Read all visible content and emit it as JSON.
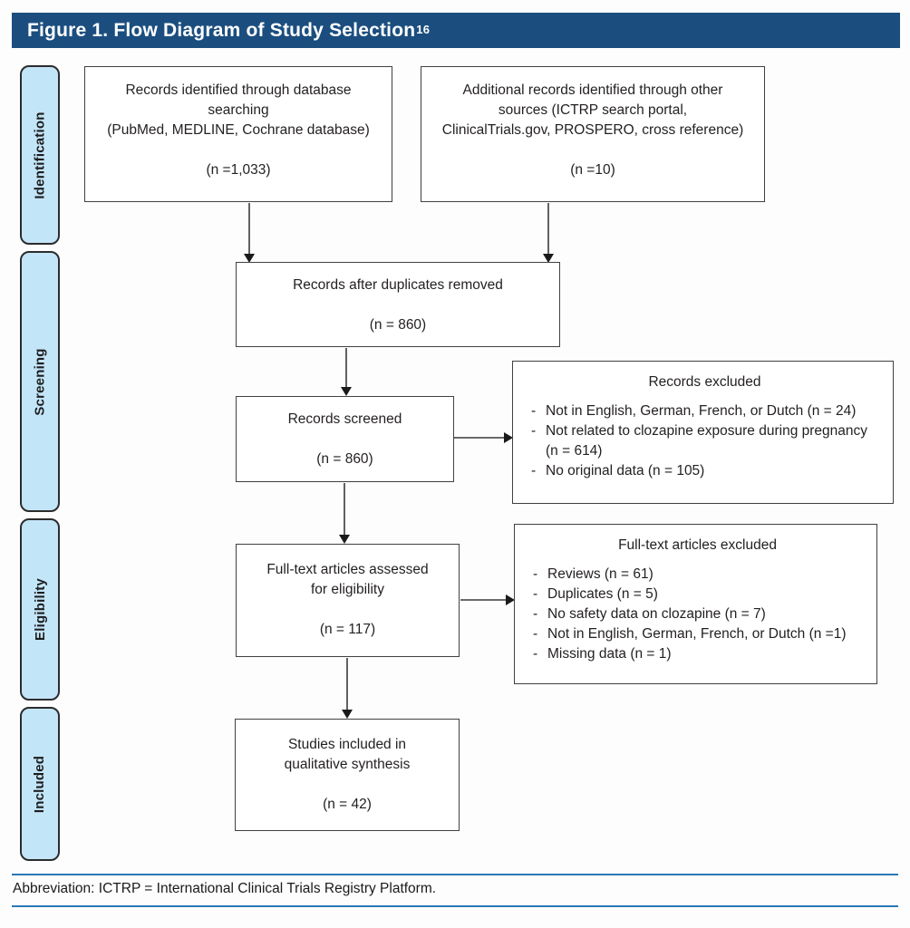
{
  "header": {
    "title": "Figure 1. Flow Diagram of Study Selection",
    "reference_superscript": "16"
  },
  "sidebar": {
    "stages": [
      {
        "label": "Identification"
      },
      {
        "label": "Screening"
      },
      {
        "label": "Eligibility"
      },
      {
        "label": "Included"
      }
    ]
  },
  "flow": {
    "identification_database": "Records identified through database\nsearching\n(PubMed, MEDLINE, Cochrane database)\n\n(n =1,033)",
    "identification_other": "Additional records identified through other\nsources (ICTRP search portal,\nClinicalTrials.gov, PROSPERO, cross reference)\n\n(n =10)",
    "after_duplicates": "Records after duplicates removed\n\n(n = 860)",
    "screened": "Records screened\n\n(n = 860)",
    "fulltext_assessed": "Full-text articles assessed\nfor eligibility\n\n(n = 117)",
    "included_synthesis": "Studies included in\nqualitative synthesis\n\n(n = 42)"
  },
  "exclusions": {
    "records": {
      "title": "Records excluded",
      "items": [
        "Not in English, German, French, or Dutch (n = 24)",
        "Not related to clozapine exposure during pregnancy (n = 614)",
        "No original data (n = 105)"
      ]
    },
    "fulltext": {
      "title": "Full-text articles excluded",
      "items": [
        "Reviews (n = 61)",
        "Duplicates (n = 5)",
        "No safety data on clozapine (n = 7)",
        "Not in English, German, French, or Dutch (n =1)",
        "Missing data (n = 1)"
      ]
    }
  },
  "footer": {
    "abbreviation": "Abbreviation: ICTRP = International Clinical Trials Registry Platform."
  },
  "colors": {
    "header_bg": "#1b4e7f",
    "sidebar_fill": "#c3e5f8",
    "box_border": "#414042",
    "text": "#231f20",
    "footer_line": "#2878b6"
  }
}
